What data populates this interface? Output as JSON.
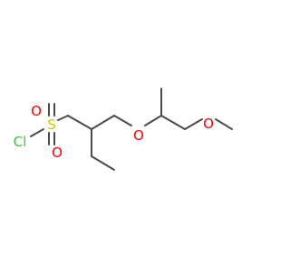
{
  "molecule": {
    "atoms": {
      "cl": {
        "label": "Cl",
        "color": "#33cc33"
      },
      "s": {
        "label": "S",
        "color": "#cccc00"
      },
      "o_upper": {
        "label": "O",
        "color": "#ff0000"
      },
      "o_lower": {
        "label": "O",
        "color": "#ff0000"
      },
      "o_ether1": {
        "label": "O",
        "color": "#ff0000"
      },
      "o_ether2": {
        "label": "O",
        "color": "#ff0000"
      }
    },
    "bond_color": "#4a4a4a"
  }
}
